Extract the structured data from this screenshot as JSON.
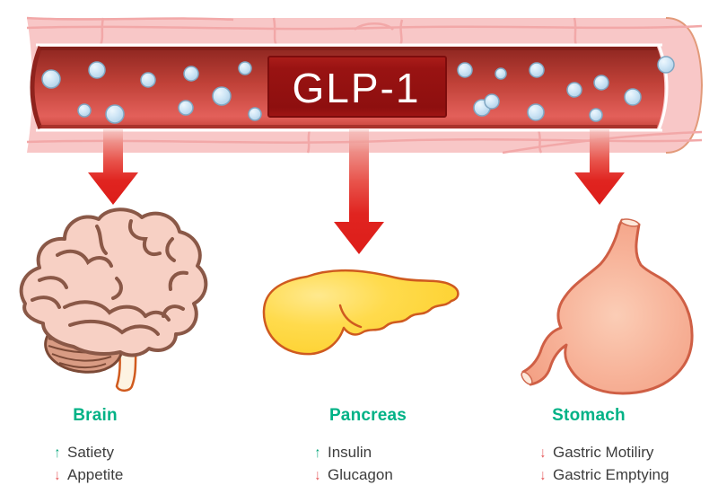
{
  "vessel": {
    "label": "GLP-1"
  },
  "organs": [
    {
      "name": "Brain",
      "effects": [
        {
          "direction": "up",
          "glyph": "↑",
          "label": "Satiety"
        },
        {
          "direction": "down",
          "glyph": "↓",
          "label": "Appetite"
        }
      ]
    },
    {
      "name": "Pancreas",
      "effects": [
        {
          "direction": "up",
          "glyph": "↑",
          "label": "Insulin"
        },
        {
          "direction": "down",
          "glyph": "↓",
          "label": "Glucagon"
        }
      ]
    },
    {
      "name": "Stomach",
      "effects": [
        {
          "direction": "down",
          "glyph": "↓",
          "label": "Gastric Motiliry"
        },
        {
          "direction": "down",
          "glyph": "↓",
          "label": "Gastric Emptying"
        }
      ]
    }
  ],
  "colors": {
    "organ_label": "#00b286",
    "up_arrow": "#00a478",
    "down_arrow": "#e3484a",
    "effect_text": "#3d3d3d",
    "vessel_wall": "#f8c7c7",
    "lumen_dark": "#8e2620",
    "lumen_light": "#e3605a",
    "glp1_box": "#9a1313",
    "glp1_text": "#ffffff",
    "molecule_fill": "#cfe6f6",
    "molecule_stroke": "#7fa6c2",
    "flow_arrow": "#e02420"
  }
}
